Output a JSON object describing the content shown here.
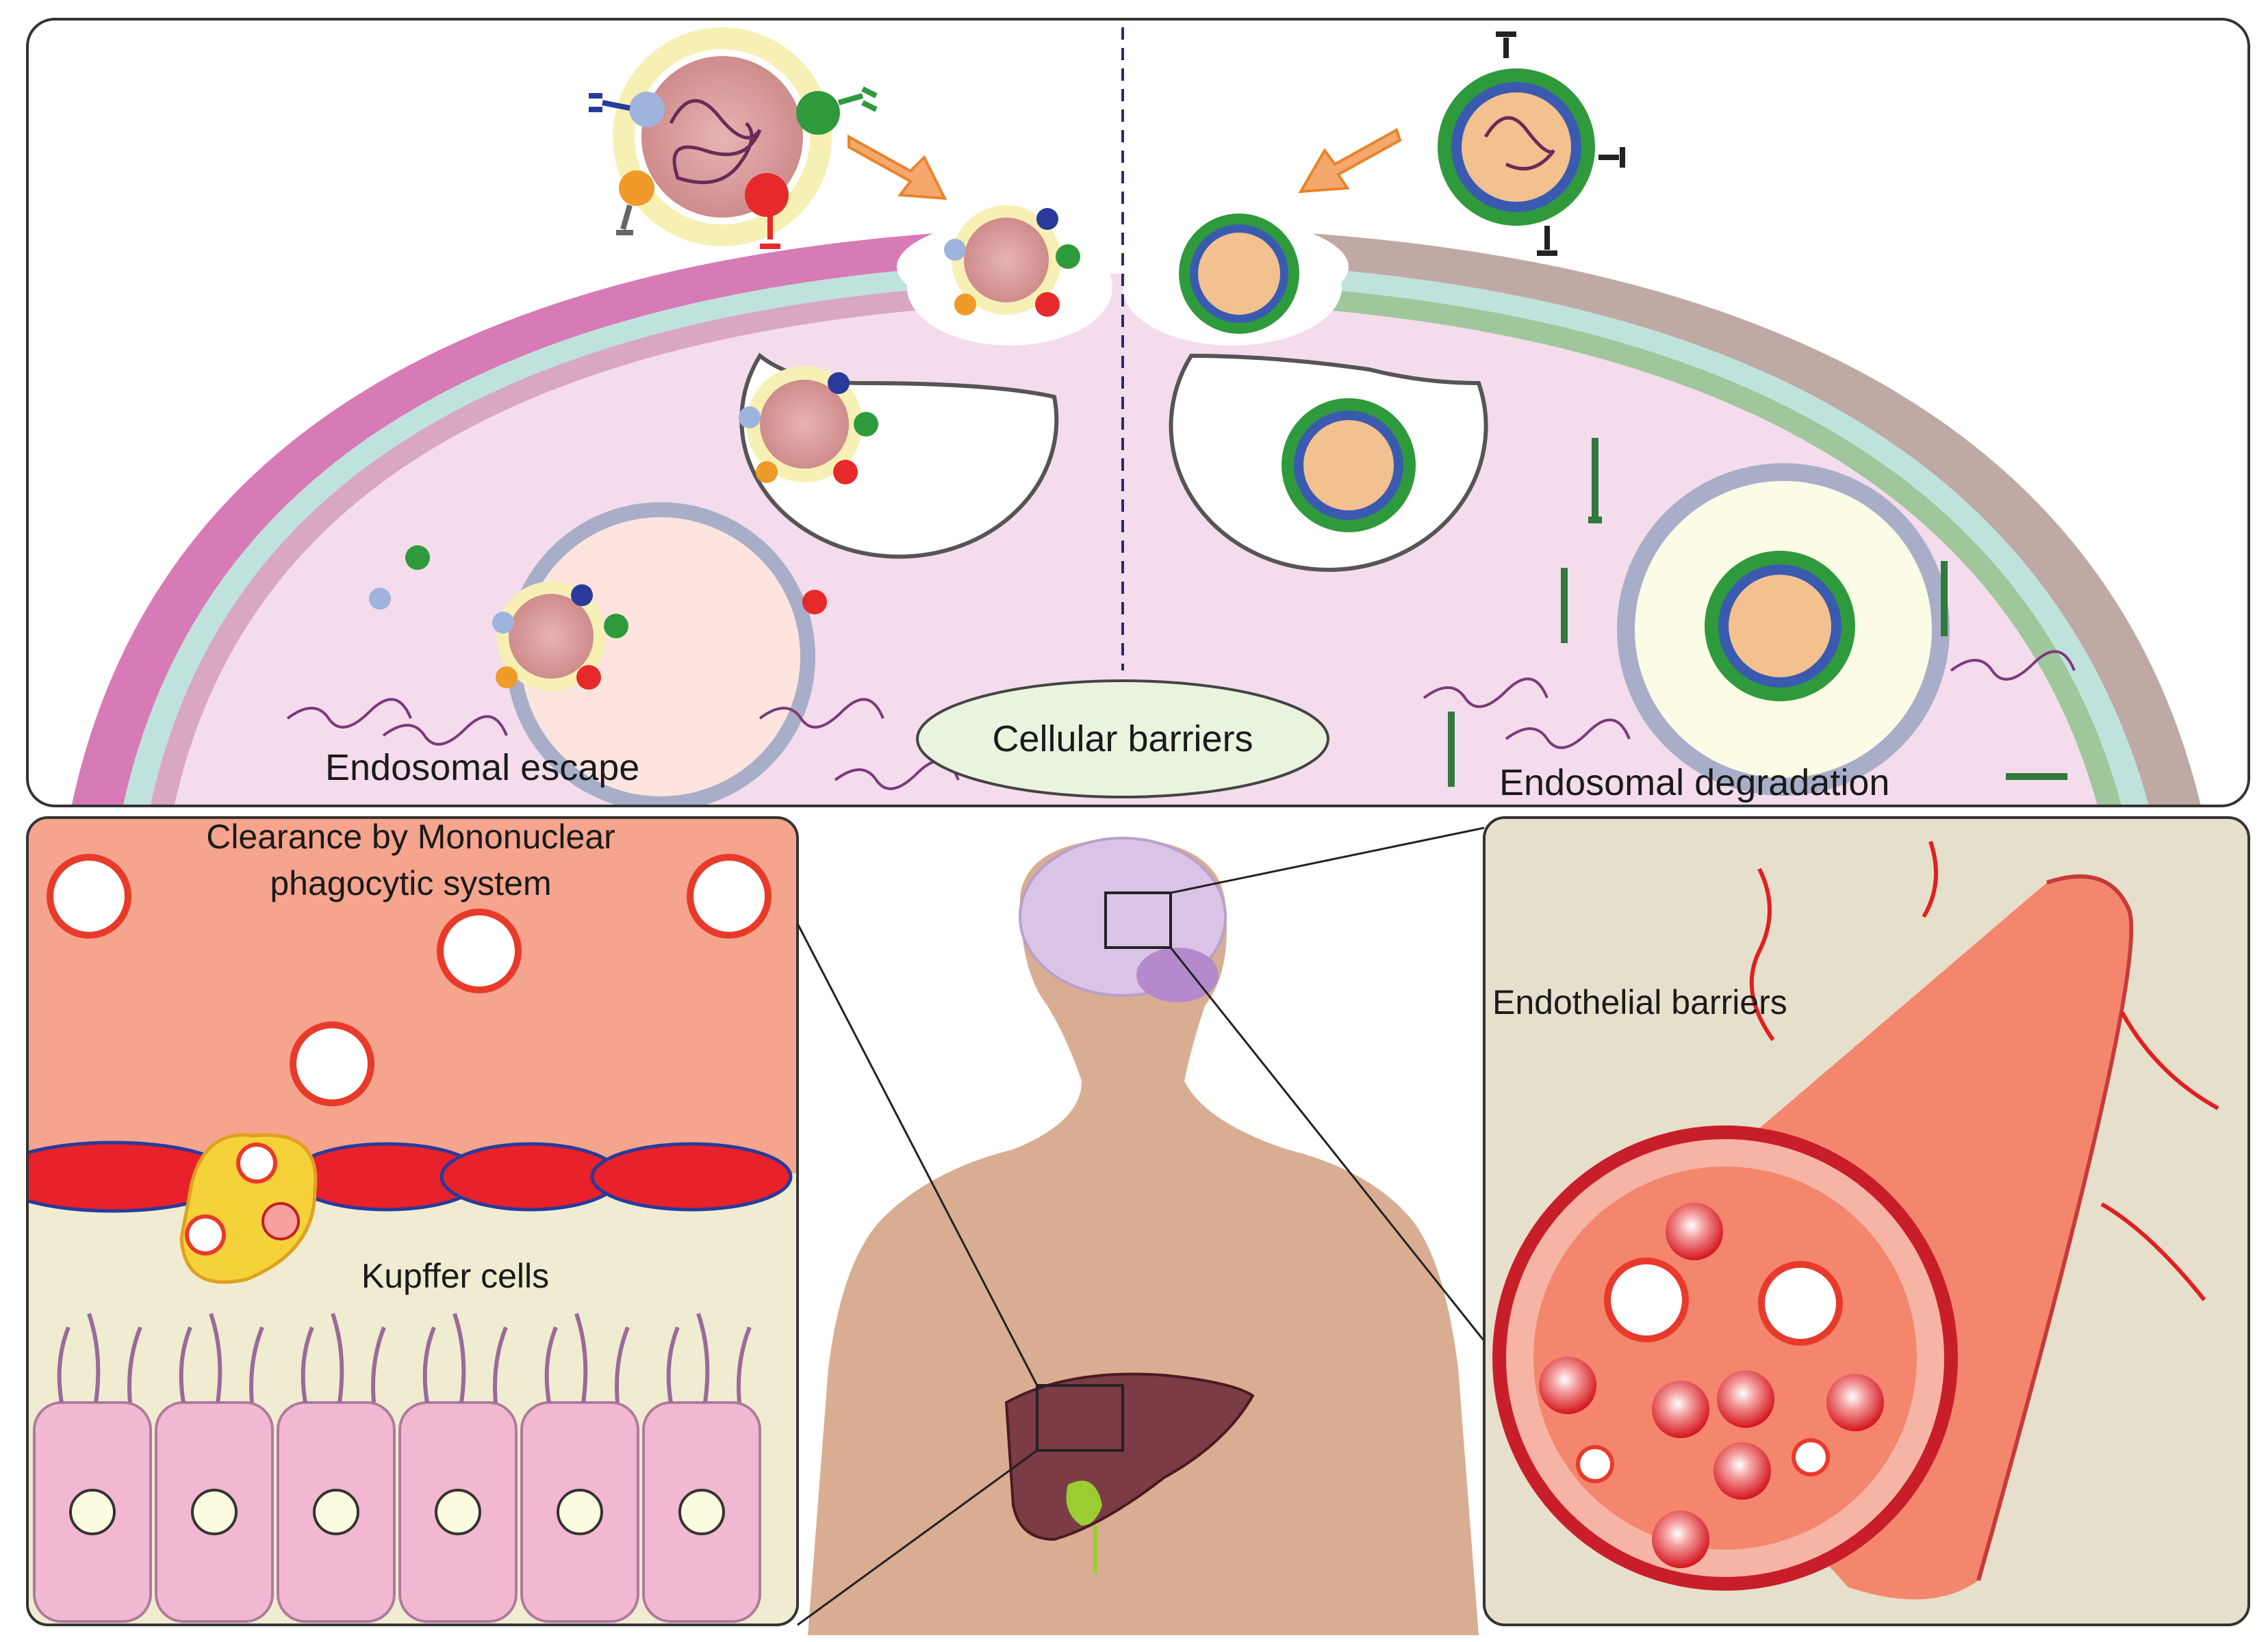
{
  "labels": {
    "endosomal_escape": "Endosomal escape",
    "cellular_barriers": "Cellular barriers",
    "endosomal_degradation": "Endosomal degradation",
    "clearance_line1": "Clearance by Mononuclear",
    "clearance_line2": "phagocytic system",
    "kupffer_cells": "Kupffer cells",
    "endothelial_barriers": "Endothelial barriers"
  },
  "colors": {
    "cell_membrane_left": "#d77bb6",
    "cell_membrane_right": "#bfa9a4",
    "membrane_inner": "#bfe3dc",
    "cytoplasm": "#f4dcec",
    "blood_region": "#f5a48e",
    "liver_region": "#efecd2",
    "vessel_panel": "#e6dfcc",
    "vessel": "#f4866e",
    "body": "#d9ad91",
    "red_blood_cell": "#e8212a",
    "nanoparticle_core": "#d99a9a",
    "liver": "#7b3c45"
  }
}
